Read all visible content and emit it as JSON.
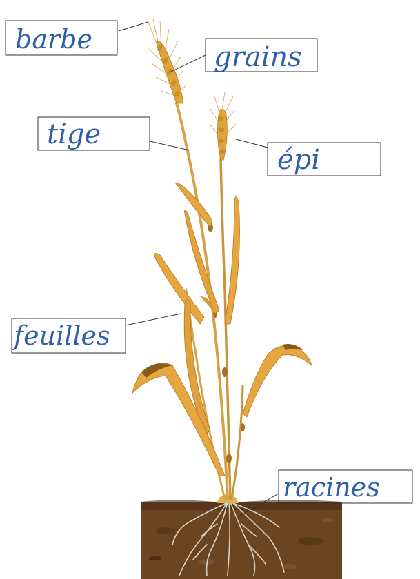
{
  "labels": {
    "barbe": "barbe",
    "grains": "grains",
    "tige": "tige",
    "epi": "épi",
    "feuilles": "feuilles",
    "racines": "racines"
  },
  "colors": {
    "label_ink": "#2f5fa8",
    "box_border": "#333333",
    "leader_line": "#333333",
    "stem": "#d4a248",
    "stem_dark": "#a87222",
    "ear": "#e0a53a",
    "leaf": "#e6a640",
    "leaf_shadow": "#b07620",
    "soil": "#6b4422",
    "soil_dark": "#4a2d14",
    "root": "#d9d4c8"
  }
}
